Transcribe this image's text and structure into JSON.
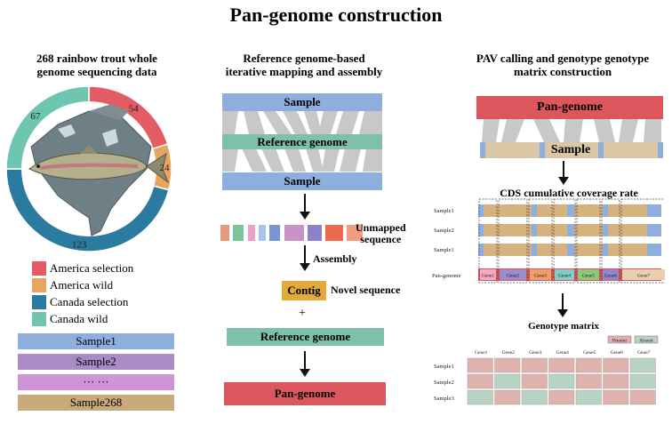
{
  "title": "Pan-genome construction",
  "left": {
    "heading_line1": "268 rainbow trout whole",
    "heading_line2": "genome sequencing data",
    "donut": [
      {
        "label": "54",
        "value": 54,
        "color": "#e45c63"
      },
      {
        "label": "24",
        "value": 24,
        "color": "#e8a560"
      },
      {
        "label": "123",
        "value": 123,
        "color": "#2b7aa0"
      },
      {
        "label": "67",
        "value": 67,
        "color": "#6ec5b0"
      }
    ],
    "legend": [
      {
        "label": "America selection",
        "color": "#e45c63"
      },
      {
        "label": "America wild",
        "color": "#e8a560"
      },
      {
        "label": "Canada selection",
        "color": "#2b7aa0"
      },
      {
        "label": "Canada wild",
        "color": "#6ec5b0"
      }
    ],
    "samples": [
      {
        "label": "Sample1",
        "color": "#8eaede"
      },
      {
        "label": "Sample2",
        "color": "#a98bc6"
      },
      {
        "label": "··· ···",
        "color": "#cf94d4"
      },
      {
        "label": "Sample268",
        "color": "#c9aa7b"
      }
    ]
  },
  "middle": {
    "heading_line1": "Reference genome-based",
    "heading_line2": "iterative mapping and assembly",
    "sample_top": "Sample",
    "reference": "Reference genome",
    "sample_bottom": "Sample",
    "unmapped_line1": "Unmapped",
    "unmapped_line2": "sequence",
    "unmapped_colors": [
      "#e79a7e",
      "#7cc49a",
      "#f29fc5",
      "#a7c5ea",
      "#7896d1",
      "#c993c8",
      "#8e7fc7",
      "#ec6a4b",
      "#ef9d83"
    ],
    "assembly": "Assembly",
    "contig": "Contig",
    "novel": "Novel sequence",
    "plus": "+",
    "reference2": "Reference genome",
    "pangenome": "Pan-genome"
  },
  "right": {
    "heading_line1": "PAV calling and genotype genotype",
    "heading_line2": "matrix construction",
    "pangenome": "Pan-genome",
    "sample": "Sample",
    "cds_title": "CDS cumulative coverage rate",
    "cds_rows": [
      "Sample1",
      "Sample2",
      "Sample1"
    ],
    "pan_label": "Pan-genome",
    "genes": [
      {
        "label": "Gene1",
        "color": "#f6a9c6"
      },
      {
        "label": "Gene2",
        "color": "#9b8bcf"
      },
      {
        "label": "Gene3",
        "color": "#f19c6b"
      },
      {
        "label": "Gene4",
        "color": "#7fcfc4"
      },
      {
        "label": "Gene5",
        "color": "#8bc87a"
      },
      {
        "label": "Gene6",
        "color": "#8f86cf"
      },
      {
        "label": "Gene7",
        "color": "#e8cfb0"
      }
    ],
    "genotype_title": "Genotype matrix",
    "present": "Present",
    "absent": "Absent",
    "present_color": "#dfb2ad",
    "absent_color": "#b8d2c4",
    "matrix_cols": [
      "Gene1",
      "Gene2",
      "Gene3",
      "Gene4",
      "Gene5",
      "Gene6",
      "Gene7"
    ],
    "matrix_rows": [
      {
        "label": "Sample1",
        "cells": [
          1,
          1,
          1,
          1,
          1,
          1,
          0
        ]
      },
      {
        "label": "Sample2",
        "cells": [
          1,
          0,
          1,
          0,
          1,
          1,
          0
        ]
      },
      {
        "label": "Sample3",
        "cells": [
          0,
          1,
          0,
          1,
          0,
          1,
          1
        ]
      }
    ]
  }
}
